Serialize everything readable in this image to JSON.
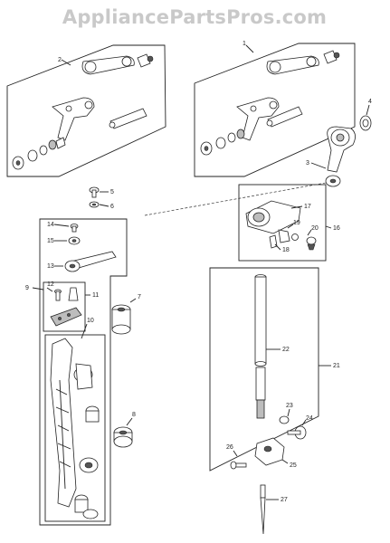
{
  "watermark": "AppliancePartsPros.com",
  "callouts": {
    "c1": "1",
    "c2": "2",
    "c3": "3",
    "c4": "4",
    "c5": "5",
    "c6": "6",
    "c7": "7",
    "c8": "8",
    "c9": "9",
    "c10": "10",
    "c11": "11",
    "c12": "12",
    "c13": "13",
    "c14": "14",
    "c15": "15",
    "c16": "16",
    "c17": "17",
    "c18": "18",
    "c19": "19",
    "c20": "20",
    "c21": "21",
    "c22": "22",
    "c23": "23",
    "c24": "24",
    "c25": "25",
    "c26": "26",
    "c27": "27"
  }
}
